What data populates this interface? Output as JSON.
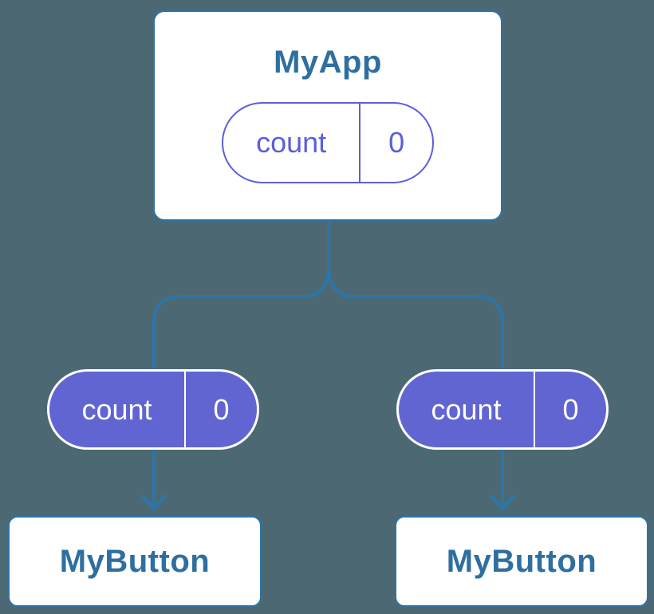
{
  "diagram": {
    "root": {
      "label": "MyApp",
      "state": {
        "name": "count",
        "value": "0"
      }
    },
    "children": [
      {
        "label": "MyButton",
        "prop": {
          "name": "count",
          "value": "0"
        }
      },
      {
        "label": "MyButton",
        "prop": {
          "name": "count",
          "value": "0"
        }
      }
    ]
  },
  "colors": {
    "background": "#4c6973",
    "card_background": "#ffffff",
    "card_border": "#2d74a7",
    "connector_line": "#2d74a7",
    "node_label_text": "#2e6f9f",
    "pill_fill_purple": "#6165d2",
    "pill_outline_purple": "#5a5fdb",
    "pill_text_on_purple": "#ffffff"
  }
}
